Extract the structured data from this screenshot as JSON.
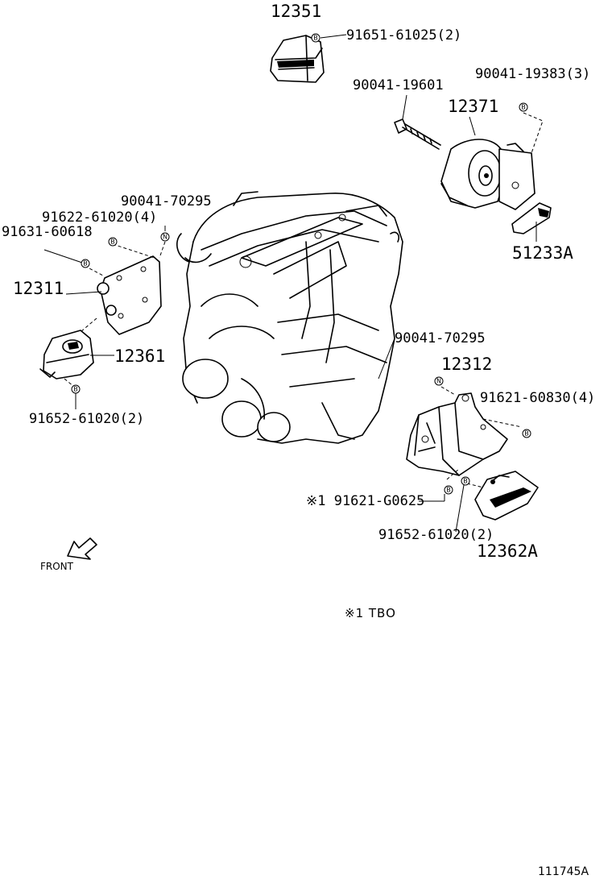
{
  "part_labels": [
    {
      "key": "p12351",
      "text": "12351"
    },
    {
      "key": "p91651",
      "text": "91651-61025(2)"
    },
    {
      "key": "p90041_19601",
      "text": "90041-19601"
    },
    {
      "key": "p90041_19383",
      "text": "90041-19383(3)"
    },
    {
      "key": "p12371",
      "text": "12371"
    },
    {
      "key": "p90041_70295_a",
      "text": "90041-70295"
    },
    {
      "key": "p91622",
      "text": "91622-61020(4)"
    },
    {
      "key": "p91631",
      "text": "91631-60618"
    },
    {
      "key": "p51233A",
      "text": "51233A"
    },
    {
      "key": "p12311",
      "text": "12311"
    },
    {
      "key": "p12361",
      "text": "12361"
    },
    {
      "key": "p90041_70295_b",
      "text": "90041-70295"
    },
    {
      "key": "p12312",
      "text": "12312"
    },
    {
      "key": "p91621_60830",
      "text": "91621-60830(4)"
    },
    {
      "key": "p91652_left",
      "text": "91652-61020(2)"
    },
    {
      "key": "p91621_G0625",
      "text": "※1 91621-G0625"
    },
    {
      "key": "p91652_right",
      "text": "91652-61020(2)"
    },
    {
      "key": "p12362A",
      "text": "12362A"
    }
  ],
  "markers": {
    "bolt": "B",
    "nut": "N"
  },
  "direction_label": "FRONT",
  "footnote": "※1 TBO",
  "figure_code": "111745A"
}
